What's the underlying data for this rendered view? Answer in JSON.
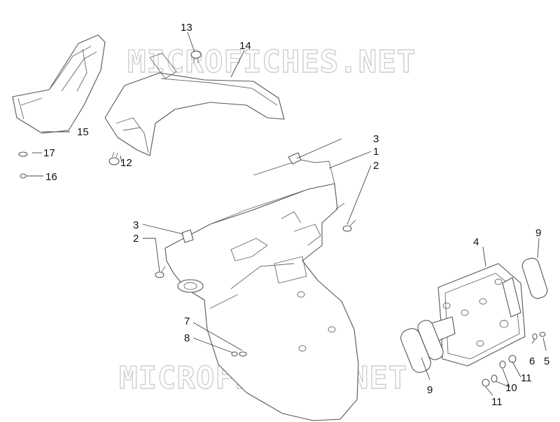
{
  "watermark": {
    "text": "MICROFICHES.NET"
  },
  "callouts": {
    "c1": "1",
    "c2a": "2",
    "c2b": "2",
    "c3a": "3",
    "c3b": "3",
    "c4": "4",
    "c5": "5",
    "c6": "6",
    "c7": "7",
    "c8": "8",
    "c9a": "9",
    "c9b": "9",
    "c10": "10",
    "c11a": "11",
    "c11b": "11",
    "c12": "12",
    "c13": "13",
    "c14": "14",
    "c15": "15",
    "c16": "16",
    "c17": "17"
  }
}
